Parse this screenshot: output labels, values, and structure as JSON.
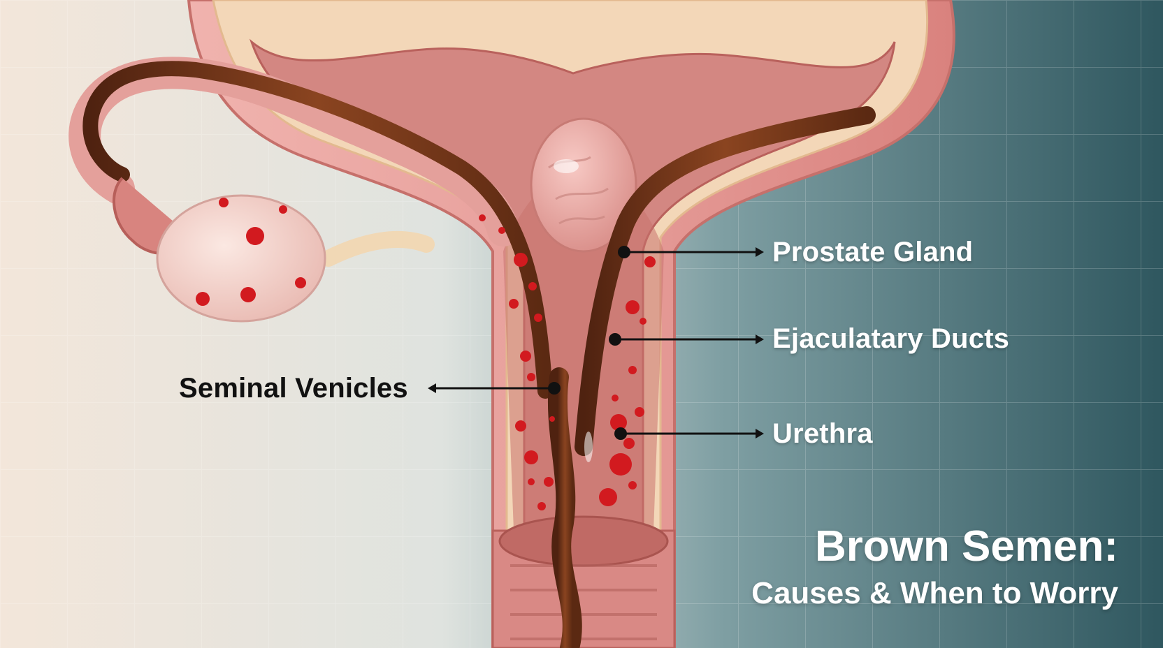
{
  "labels": {
    "prostate_gland": "Prostate Gland",
    "ejaculatory_ducts": "Ejaculatary Ducts",
    "seminal_vesicles": "Seminal Venicles",
    "urethra": "Urethra"
  },
  "title": {
    "main": "Brown Semen:",
    "sub": "Causes & When to Worry"
  },
  "colors": {
    "tissue": "#e9a3a0",
    "tissue_dark": "#c96e6b",
    "brown_fluid": "#6e3416",
    "blood_dot": "#d21a1f",
    "bg_left": "#f1e4d8",
    "bg_right": "#2f5b63"
  }
}
